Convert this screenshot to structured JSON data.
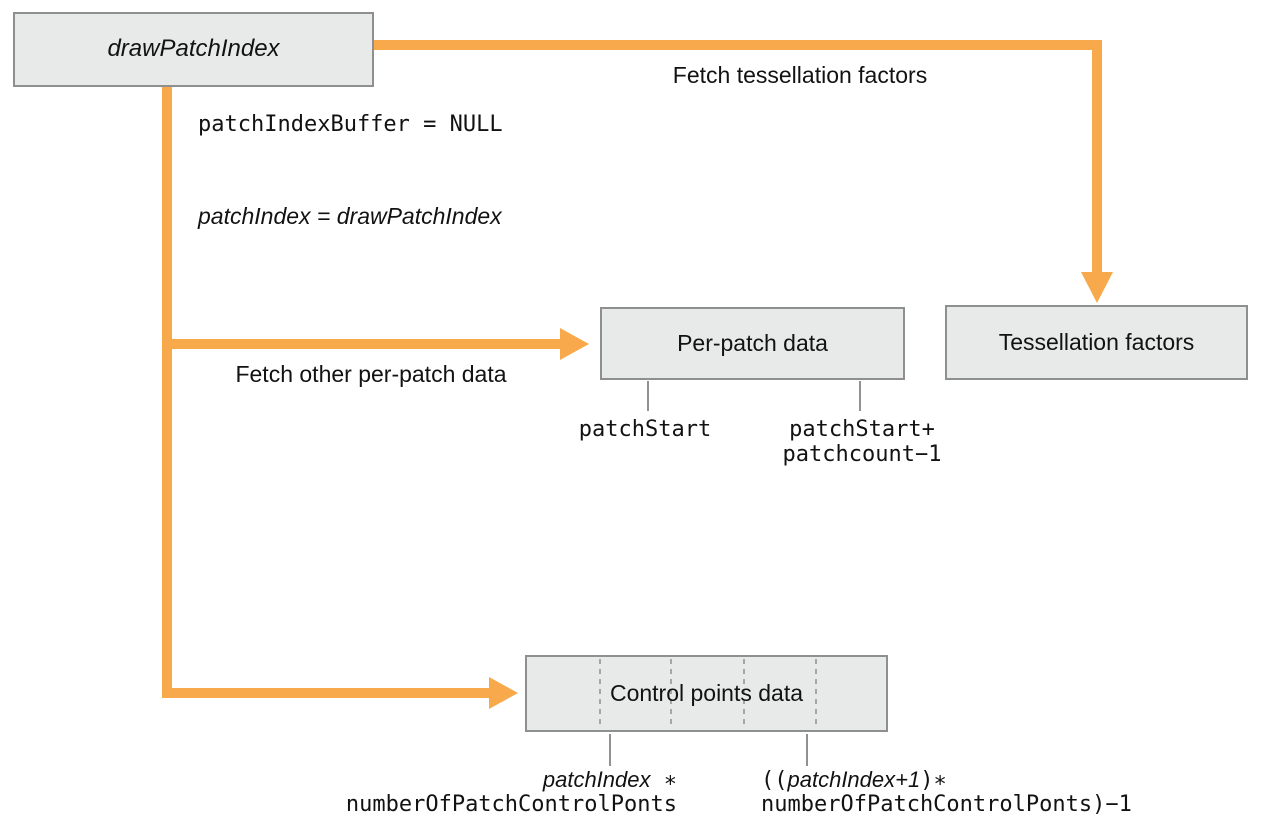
{
  "colors": {
    "accent_orange": "#F7A94B",
    "box_fill": "#E8E9E9",
    "box_border": "#8E9090",
    "tick_gray": "#919191",
    "dash_gray": "#A6A6A6"
  },
  "nodes": {
    "draw_patch_index": {
      "label": "drawPatchIndex"
    },
    "per_patch": {
      "label": "Per-patch data"
    },
    "tessellation": {
      "label": "Tessellation factors"
    },
    "control_points": {
      "label": "Control points data"
    }
  },
  "edges": {
    "fetch_tessellation": {
      "label": "Fetch tessellation factors"
    },
    "fetch_per_patch": {
      "label": "Fetch other per-patch data"
    }
  },
  "annotations": {
    "patch_index_buffer": {
      "lines": [
        [
          {
            "t": "patchIndexBuffer = NULL",
            "s": "mono"
          }
        ]
      ]
    },
    "patch_index_assign": {
      "lines": [
        [
          {
            "t": "patchIndex = drawPatchIndex",
            "s": "italic"
          }
        ]
      ]
    },
    "per_patch_start": {
      "lines": [
        [
          {
            "t": "patchStart",
            "s": "mono"
          }
        ]
      ]
    },
    "per_patch_end": {
      "lines": [
        [
          {
            "t": "patchStart+",
            "s": "mono"
          }
        ],
        [
          {
            "t": "patchcount−1",
            "s": "mono"
          }
        ]
      ]
    },
    "control_points_start": {
      "lines": [
        [
          {
            "t": "patchIndex",
            "s": "italic"
          },
          {
            "t": " ∗",
            "s": "mono"
          }
        ],
        [
          {
            "t": "numberOfPatchControlPonts",
            "s": "mono"
          }
        ]
      ]
    },
    "control_points_end": {
      "lines": [
        [
          {
            "t": "((",
            "s": "mono"
          },
          {
            "t": "patchIndex+1",
            "s": "italic"
          },
          {
            "t": ")∗",
            "s": "mono"
          }
        ],
        [
          {
            "t": "numberOfPatchControlPonts)−1",
            "s": "mono"
          }
        ]
      ]
    }
  }
}
